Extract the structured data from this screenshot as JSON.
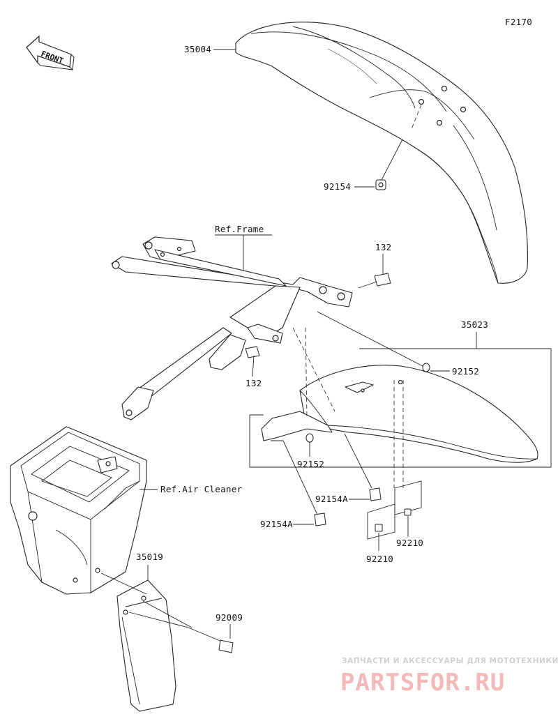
{
  "diagram_id": "F2170",
  "front_badge": "FRONT",
  "callouts": {
    "front_fender": "35004",
    "front_fender_nut": "92154",
    "frame_ref": "Ref.Frame",
    "bolt_upper": "132",
    "bolt_lower": "132",
    "rear_fender": "35023",
    "collar_right": "92152",
    "collar_left": "92152",
    "bolt_a_right": "92154A",
    "bolt_a_left": "92154A",
    "nut_clip_right": "92210",
    "nut_clip_left": "92210",
    "air_cleaner_ref": "Ref.Air Cleaner",
    "mud_flap": "35019",
    "flap_screw": "92009"
  },
  "watermark": {
    "caption": "ЗАПЧАСТИ И АКСЕССУАРЫ ДЛЯ МОТОТЕХНИКИ",
    "brand": "PARTSFOR.RU"
  }
}
